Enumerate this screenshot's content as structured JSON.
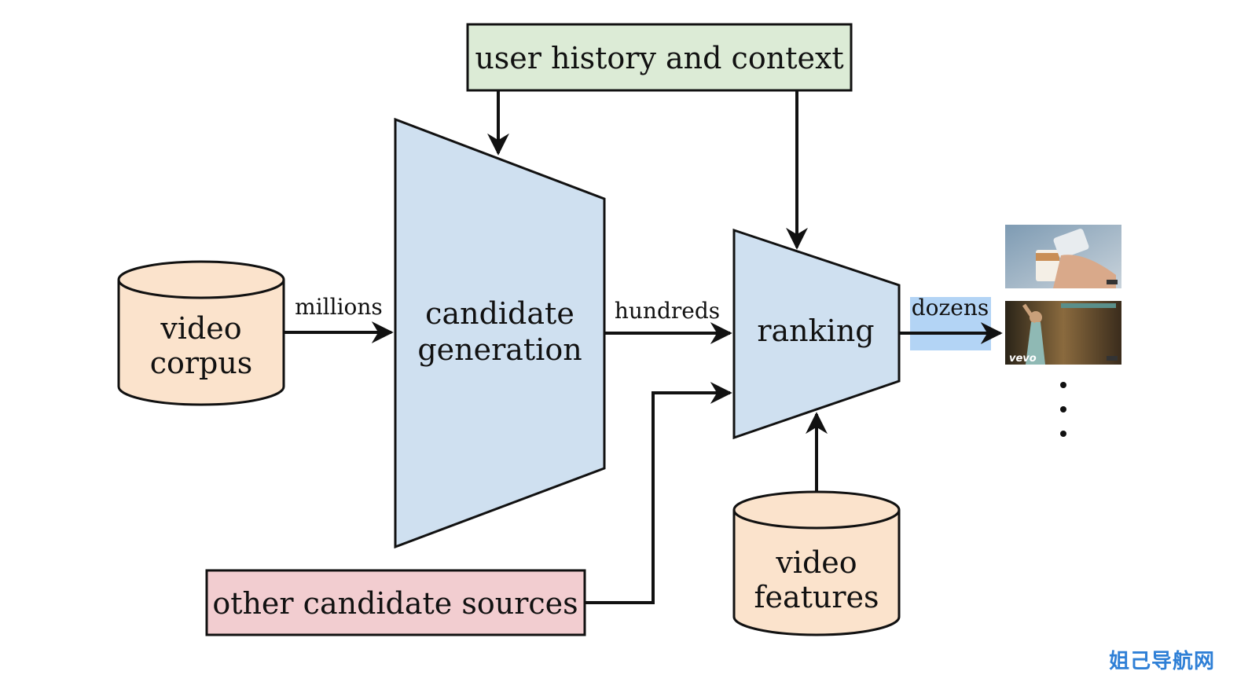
{
  "diagram": {
    "user_history": "user history and context",
    "video_corpus": [
      "video",
      "corpus"
    ],
    "candidate_generation": [
      "candidate",
      "generation"
    ],
    "ranking": "ranking",
    "other_sources": "other candidate sources",
    "video_features": [
      "video",
      "features"
    ],
    "edge_millions": "millions",
    "edge_hundreds": "hundreds",
    "edge_dozens": "dozens",
    "thumbnail_brand": "vevo"
  },
  "colors": {
    "funnel_fill": "#cfe0f0",
    "cylinder_fill": "#fbe3cc",
    "context_fill": "#dcebd6",
    "sources_fill": "#f2cdd0",
    "dozens_highlight": "#b3d4f5",
    "stroke": "#111111"
  },
  "icons": [
    "thumbnail-phone-coffee",
    "thumbnail-dancer",
    "vertical-ellipsis-icon"
  ],
  "watermark": "姐己导航网"
}
